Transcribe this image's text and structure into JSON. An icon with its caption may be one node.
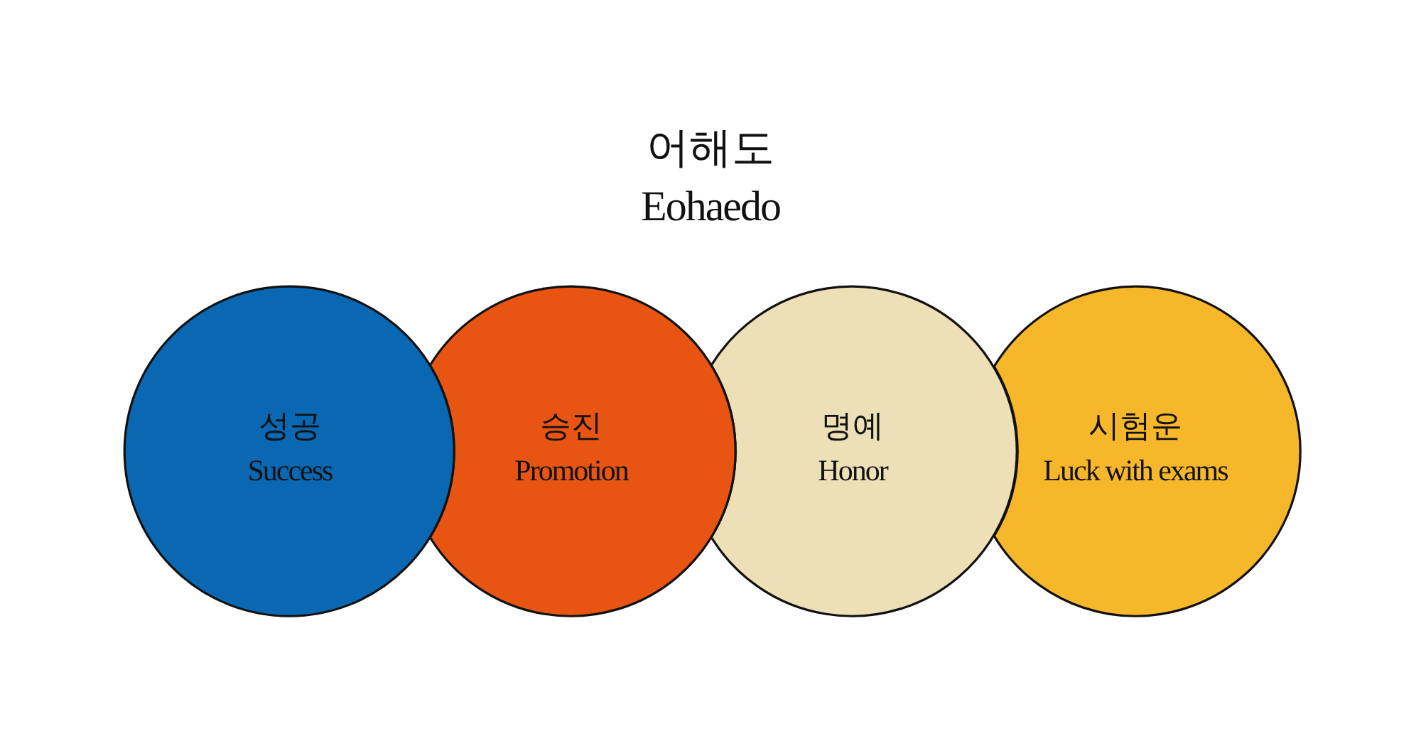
{
  "diagram": {
    "title": "어해도",
    "labels": [
      "Eohaedo"
    ],
    "nodes": [
      {
        "text": [
          "성공",
          "Success"
        ]
      },
      {
        "text": [
          "승진",
          "Promotion"
        ]
      },
      {
        "text": [
          "명예",
          "Honor"
        ]
      },
      {
        "text": [
          "시험운",
          "Luck with exams"
        ]
      }
    ]
  }
}
